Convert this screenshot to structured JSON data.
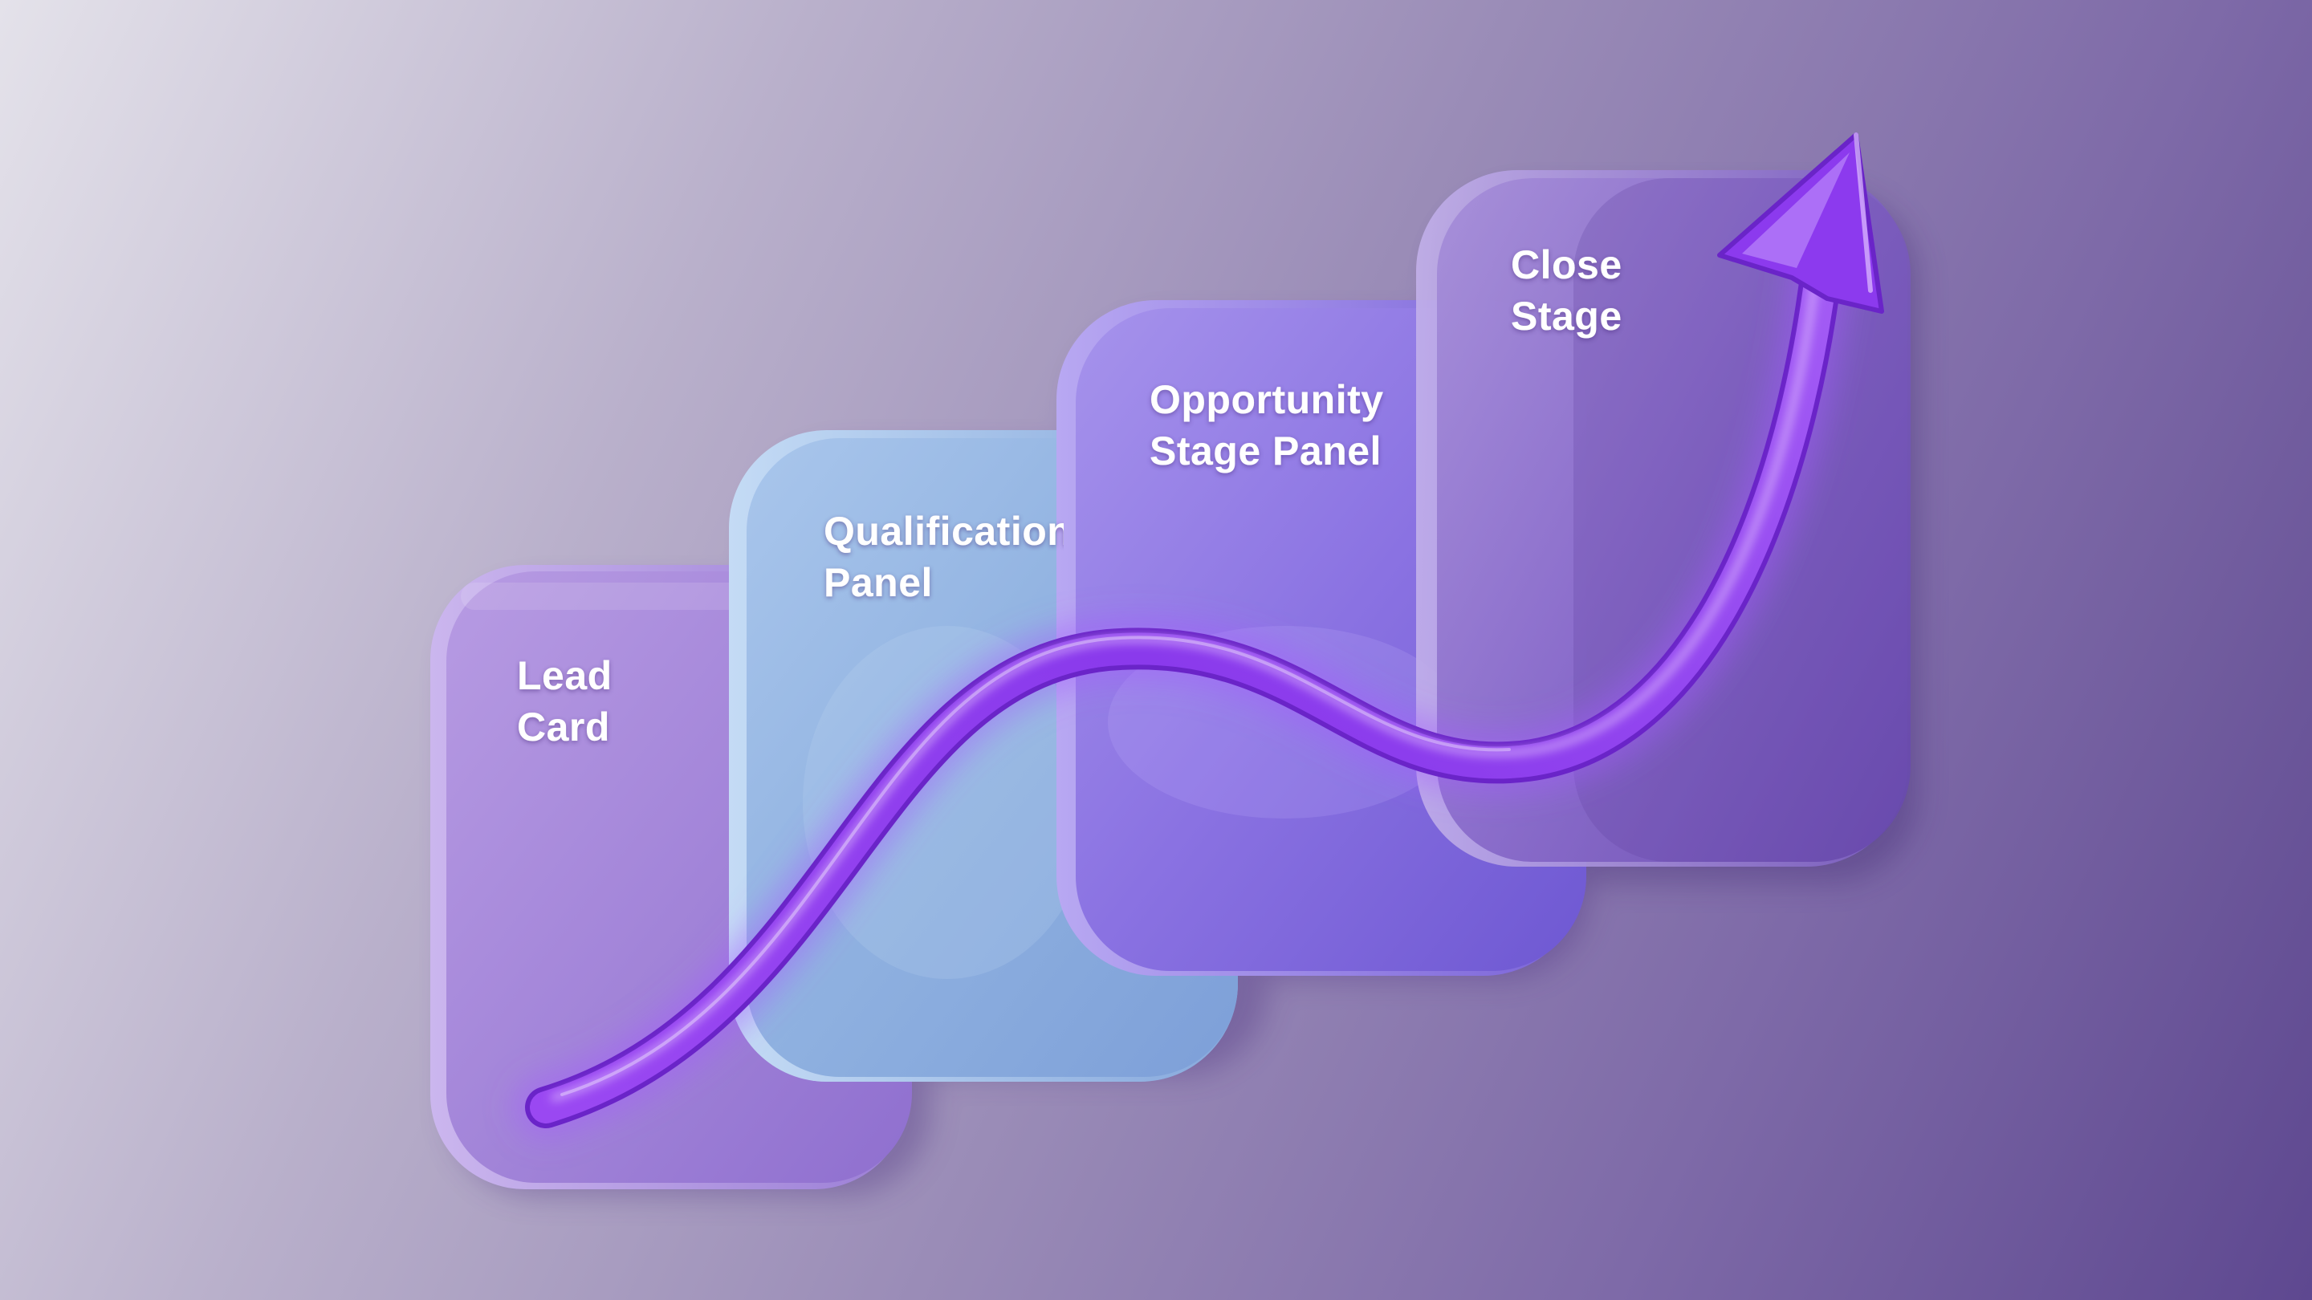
{
  "stages": [
    {
      "id": "lead",
      "lines": [
        "Lead",
        "Card"
      ],
      "color": "#a98ad9"
    },
    {
      "id": "qualification",
      "lines": [
        "Qualification",
        "Panel"
      ],
      "color": "#92b4df"
    },
    {
      "id": "opportunity",
      "lines": [
        "Opportunity",
        "Stage Panel"
      ],
      "color": "#8a72e0"
    },
    {
      "id": "close",
      "lines": [
        "Close",
        "Stage"
      ],
      "color": "#8566c9"
    }
  ],
  "arrow_color": "#8f3cf0"
}
